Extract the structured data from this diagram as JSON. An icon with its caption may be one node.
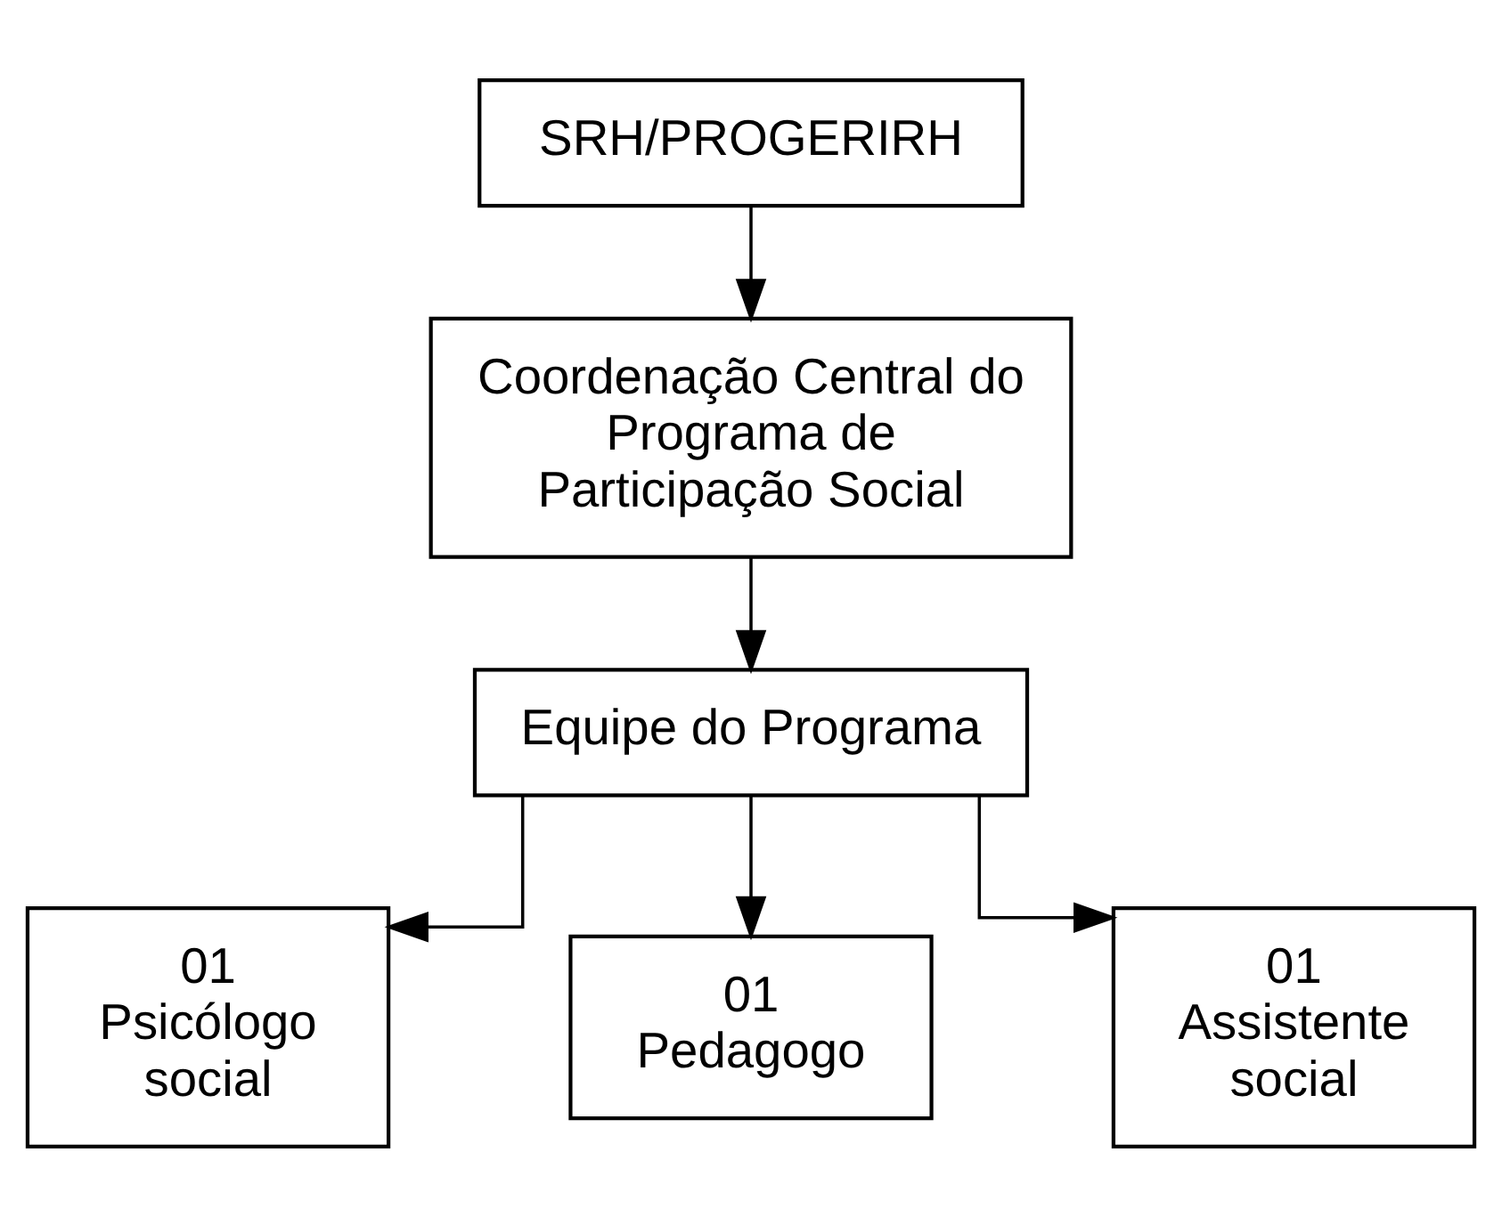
{
  "diagram": {
    "nodes": [
      {
        "text": [
          "SRH/PROGERIRH"
        ]
      },
      {
        "text": [
          "Coordenação Central do Programa de Participação Social"
        ]
      },
      {
        "text": [
          "Equipe do Programa"
        ]
      },
      {
        "text": [
          "01",
          "Psicólogo social"
        ]
      },
      {
        "text": [
          "01",
          "Pedagogo"
        ]
      },
      {
        "text": [
          "01",
          "Assistente social"
        ]
      }
    ],
    "edges": [
      {
        "from": 0,
        "to": 1,
        "arrow": "to"
      },
      {
        "from": 1,
        "to": 2,
        "arrow": "to"
      },
      {
        "from": 2,
        "to": 3,
        "arrow": "to"
      },
      {
        "from": 2,
        "to": 4,
        "arrow": "to"
      },
      {
        "from": 2,
        "to": 5,
        "arrow": "to"
      }
    ]
  }
}
